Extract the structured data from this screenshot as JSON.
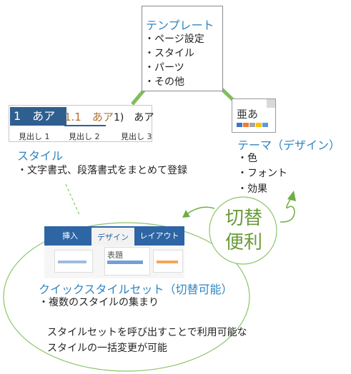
{
  "template": {
    "title": "テンプレート",
    "items": [
      "・ページ設定",
      "・スタイル",
      "・パーツ",
      "・その他"
    ]
  },
  "style_preview": {
    "h1_sample": "1　あア",
    "h2_sample": "1.1　あア",
    "h3_sample": "1)　あア",
    "labels": [
      "見出し 1",
      "見出し 2",
      "見出し 3"
    ]
  },
  "style_section": {
    "title": "スタイル",
    "desc": "・文字書式、段落書式をまとめて登録"
  },
  "theme_icon": {
    "glyph": "亜あ"
  },
  "theme_section": {
    "title": "テーマ（デザイン）",
    "items": [
      "・色",
      "・フォント",
      "・効果"
    ]
  },
  "ribbon": {
    "tabs": [
      "挿入",
      "デザイン",
      "レイアウト"
    ],
    "gallery_title": "表題"
  },
  "quick_style": {
    "title": "クイックスタイルセット（切替可能）",
    "item": "・複数のスタイルの集まり",
    "note_line1": "スタイルセットを呼び出すことで利用可能な",
    "note_line2": "スタイルの一括変更が可能"
  },
  "switch_badge": {
    "line1": "切替",
    "line2": "便利"
  },
  "colors": {
    "accent_blue": "#2e86c1",
    "ribbon_blue": "#2e65a4",
    "connector_green": "#7fbf57",
    "ellipse_green": "#8cc46a"
  }
}
